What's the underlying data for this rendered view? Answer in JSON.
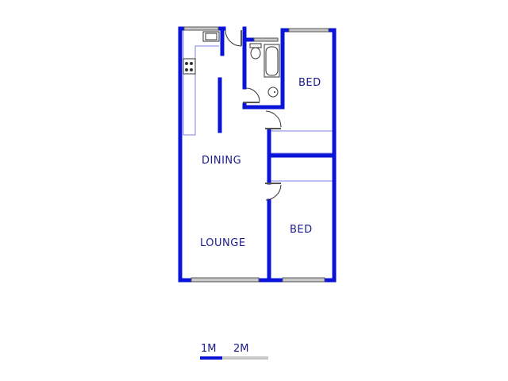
{
  "floorplan": {
    "rooms": [
      {
        "name": "dining",
        "label": "DINING"
      },
      {
        "name": "lounge",
        "label": "LOUNGE"
      },
      {
        "name": "bed1",
        "label": "BED"
      },
      {
        "name": "bed2",
        "label": "BED"
      }
    ],
    "fixtures": [
      "kitchen-sink",
      "stove",
      "toilet",
      "bathtub",
      "basin"
    ],
    "wall_color": "#0a14d6",
    "label_color": "#1a1a8c"
  },
  "scale": {
    "label_1": "1M",
    "label_2": "2M",
    "bar_color": "#0a14d6",
    "bar_rest_color": "#c8c8c8"
  }
}
